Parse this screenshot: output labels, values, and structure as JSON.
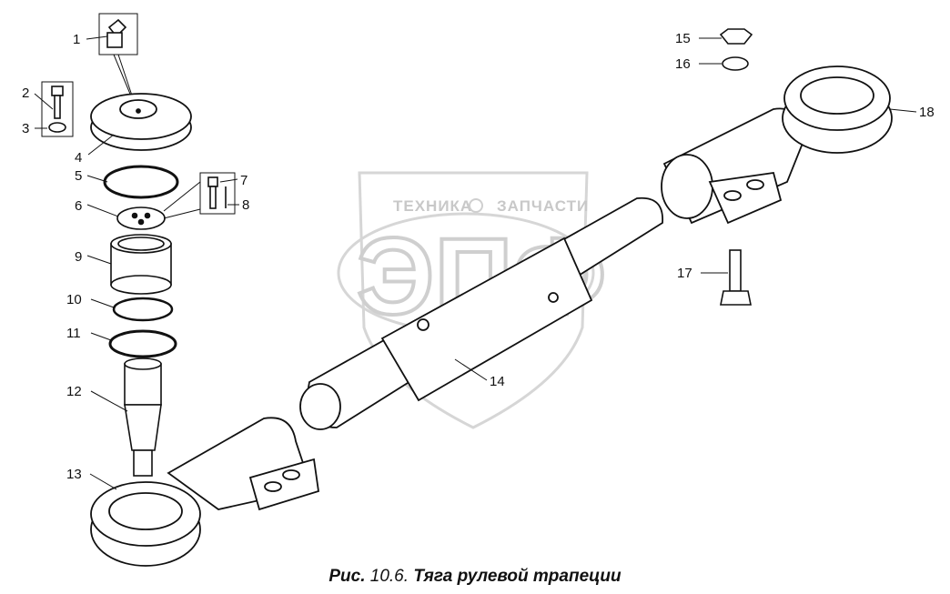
{
  "watermark": {
    "top_text_left": "ТЕХНИКА",
    "top_text_right": "ЗАПЧАСТИ",
    "big_letters": "ЭПФ"
  },
  "callouts": [
    "1",
    "2",
    "3",
    "4",
    "5",
    "6",
    "7",
    "8",
    "9",
    "10",
    "11",
    "12",
    "13",
    "14",
    "15",
    "16",
    "17",
    "18"
  ],
  "caption": {
    "prefix": "Рис.",
    "number": "10.6.",
    "title": "Тяга рулевой трапеции"
  }
}
